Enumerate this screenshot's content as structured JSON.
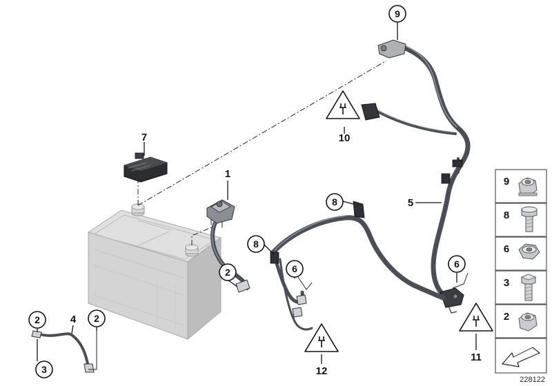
{
  "callouts": {
    "c1": "1",
    "c2a": "2",
    "c2b": "2",
    "c2c": "2",
    "c3": "3",
    "c4": "4",
    "c5": "5",
    "c6a": "6",
    "c6b": "6",
    "c7": "7",
    "c8a": "8",
    "c8b": "8",
    "c9": "9",
    "c10": "10",
    "c11": "11",
    "c12": "12"
  },
  "legend": {
    "items": [
      "9",
      "8",
      "6",
      "3",
      "2"
    ]
  },
  "reference_number": "228122",
  "colors": {
    "cable": "#4a4e57",
    "battery": "#d2d2d2",
    "outline": "#111111"
  }
}
